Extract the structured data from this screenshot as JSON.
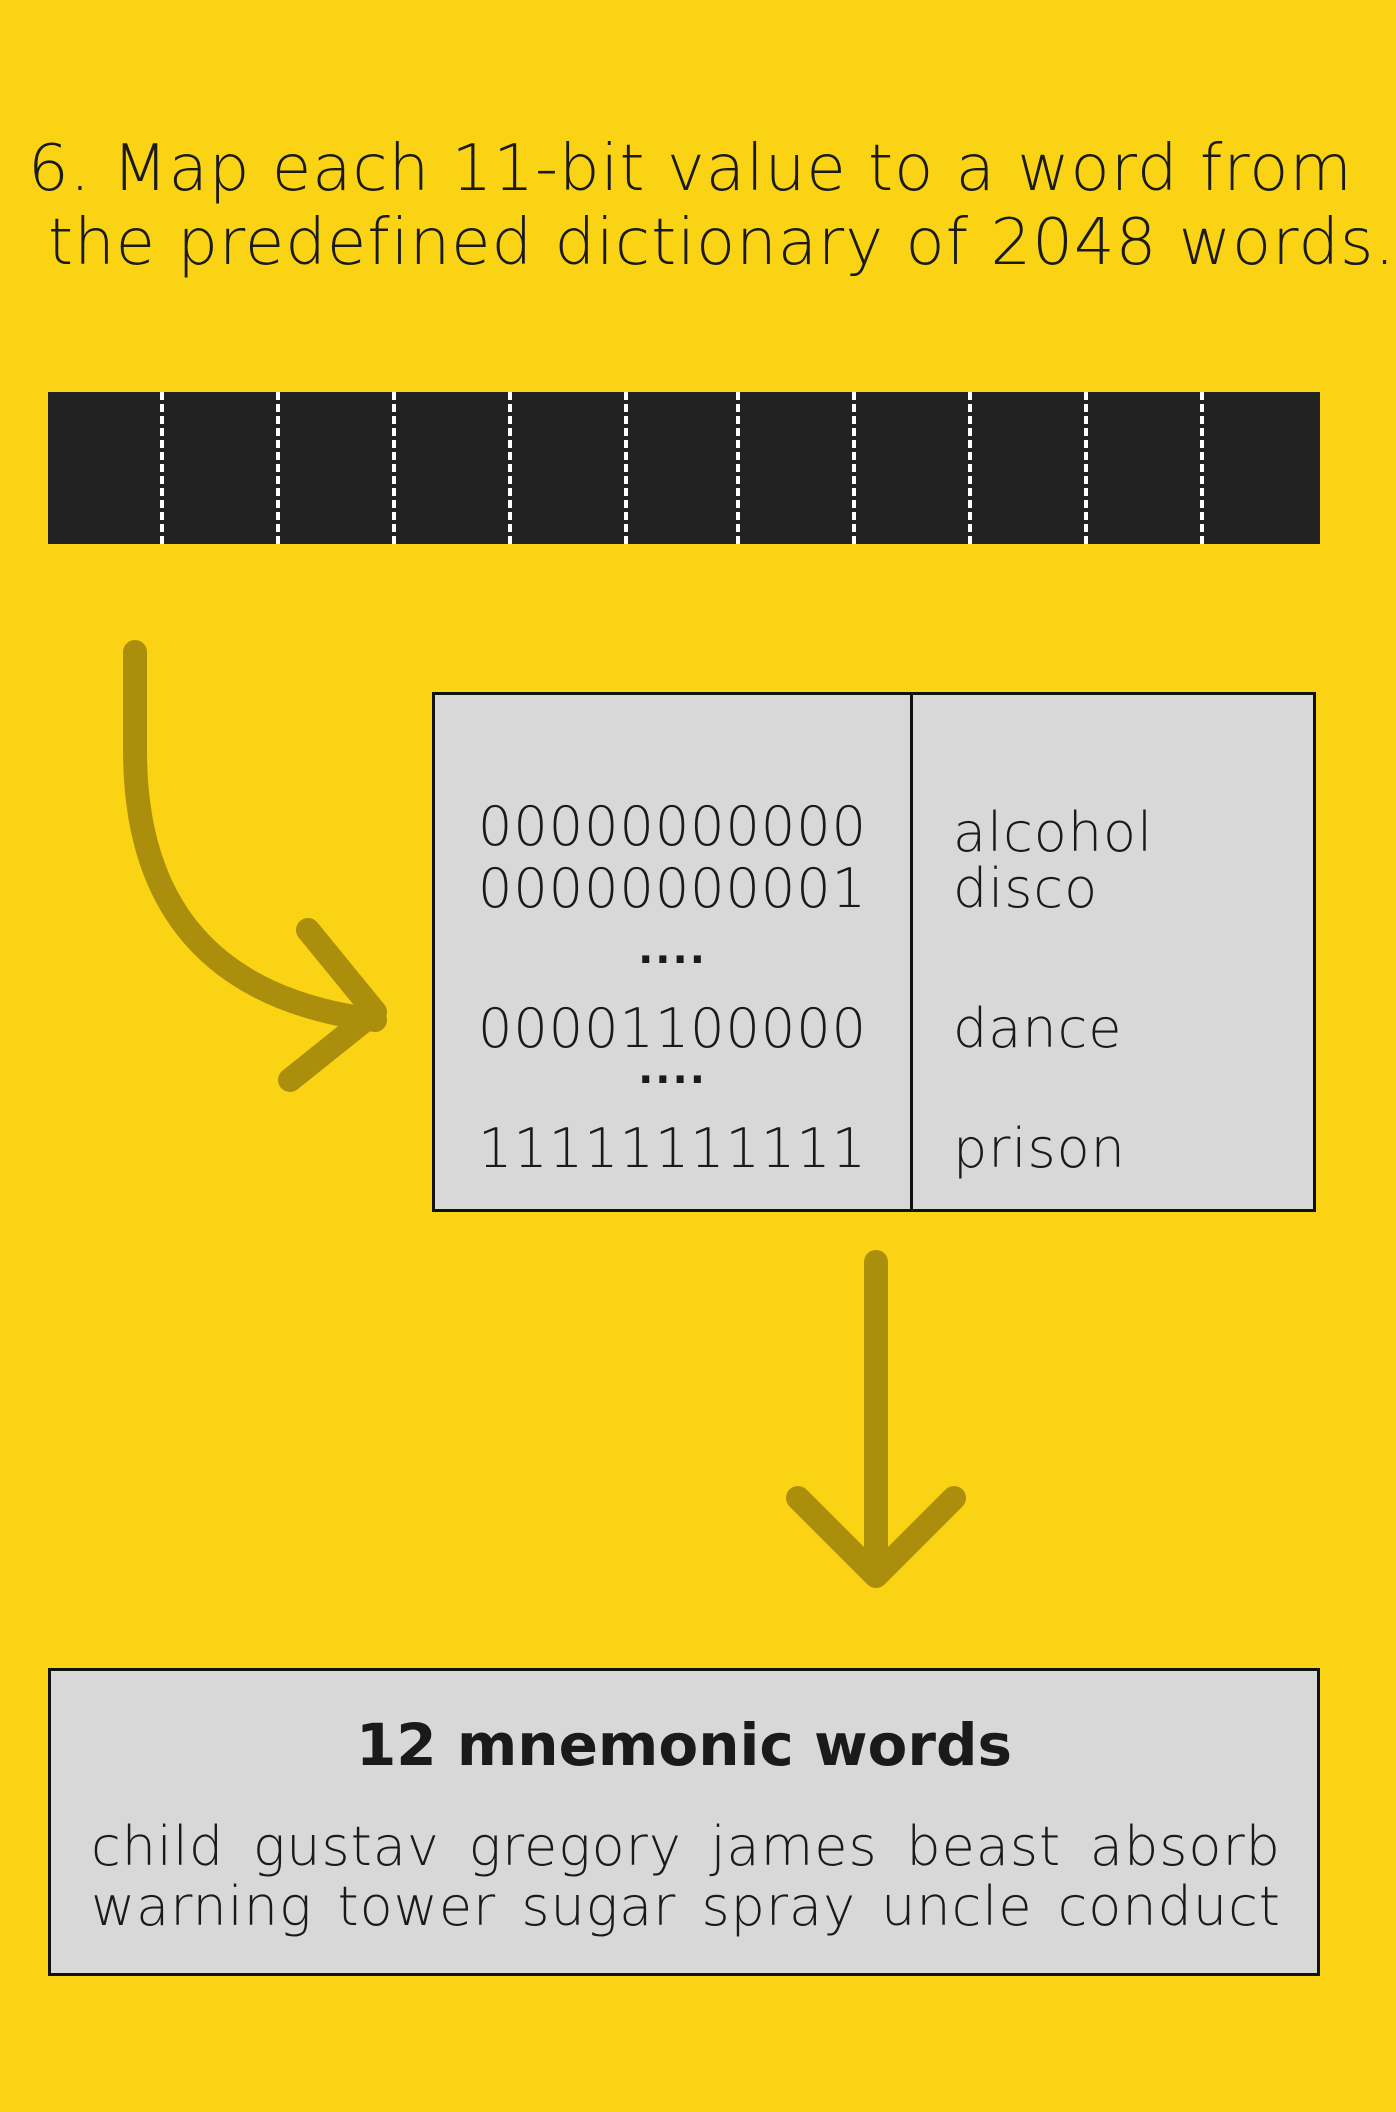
{
  "title": {
    "line1": "6. Map each 11-bit value to a word from",
    "line2": "the predefined dictionary of 2048 words."
  },
  "bit_bar": {
    "segments": 12,
    "colors": {
      "bar": "#222222",
      "divider": "#ffffff"
    }
  },
  "dictionary": {
    "rows": [
      {
        "bits": "00000000000",
        "word": "alcohol"
      },
      {
        "bits": "00000000001",
        "word": "disco"
      },
      {
        "bits": "00001100000",
        "word": "dance"
      },
      {
        "bits": "11111111111",
        "word": "prison"
      }
    ],
    "ellipsis": "...."
  },
  "result": {
    "title": "12 mnemonic words",
    "words": [
      "child",
      "gustav",
      "gregory",
      "james",
      "beast",
      "absorb",
      "warning",
      "tower",
      "sugar",
      "spray",
      "uncle",
      "conduct"
    ]
  },
  "colors": {
    "background": "#fad414",
    "arrow": "#ab8f0c",
    "box": "#d8d8d8",
    "border": "#111111"
  },
  "icons": [
    "curved-arrow-icon",
    "down-arrow-icon"
  ]
}
